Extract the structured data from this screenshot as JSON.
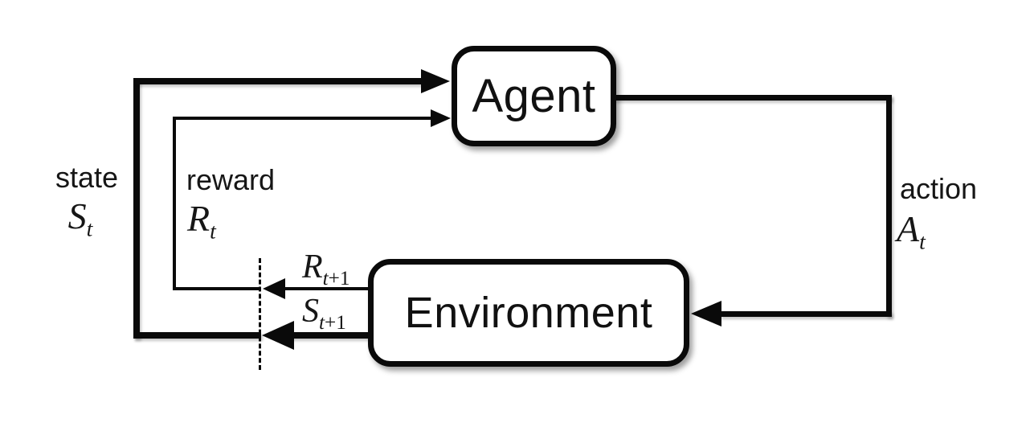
{
  "boxes": {
    "agent": "Agent",
    "environment": "Environment"
  },
  "edge_words": {
    "state": "state",
    "reward": "reward",
    "action": "action"
  },
  "symbols": {
    "state": {
      "base": "S",
      "sub_var": "t",
      "sub_rest": ""
    },
    "reward": {
      "base": "R",
      "sub_var": "t",
      "sub_rest": ""
    },
    "action": {
      "base": "A",
      "sub_var": "t",
      "sub_rest": ""
    },
    "next_reward": {
      "base": "R",
      "sub_var": "t",
      "sub_rest": "+1"
    },
    "next_state": {
      "base": "S",
      "sub_var": "t",
      "sub_rest": "+1"
    }
  },
  "colors": {
    "ink": "#0a0a0a",
    "background": "#ffffff"
  }
}
